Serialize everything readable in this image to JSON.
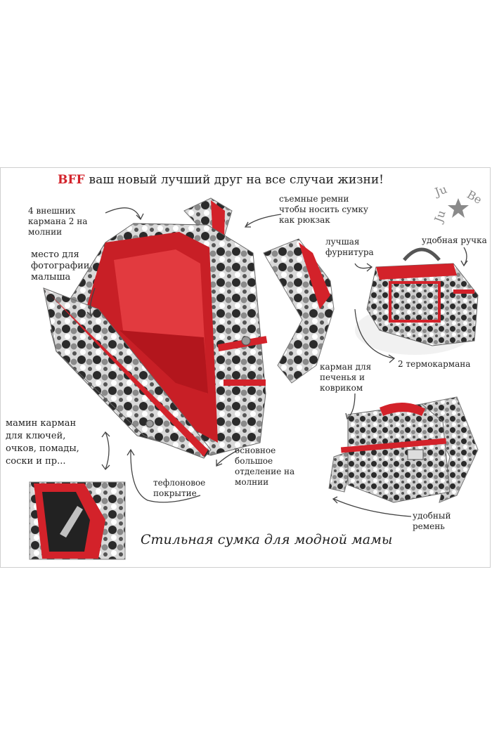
{
  "headline": {
    "brand": "BFF",
    "text": "ваш новый лучший друг на все случаи жизни!"
  },
  "labels": {
    "outer_pockets": "4 внешних\nкармана 2 на\nмолнии",
    "photo_spot": "место для\nфотографии\nмалыша",
    "removable_straps": "съемные ремни\nчтобы носить сумку\nкак рюкзак",
    "best_hardware": "лучшая\nфурнитура",
    "handle": "удобная ручка",
    "thermo_pockets": "2 термокармана",
    "cookie_pocket": "карман для\nпеченья и\nковриком",
    "mom_pocket": "мамин карман\nдля ключей,\nочков, помады,\nсоски и пр...",
    "main_compartment": "основное\nбольшое\nотделение на\nмолнии",
    "teflon": "тефлоновое\nпокрытие",
    "strap": "удобный\nремень"
  },
  "footer": "Стильная сумка для модной мамы",
  "logo": {
    "text": "Ju Ju Be"
  },
  "colors": {
    "accent": "#d3222a",
    "dark": "#2b2b2b",
    "gray": "#8a8a8a",
    "light": "#e9e9e9"
  }
}
